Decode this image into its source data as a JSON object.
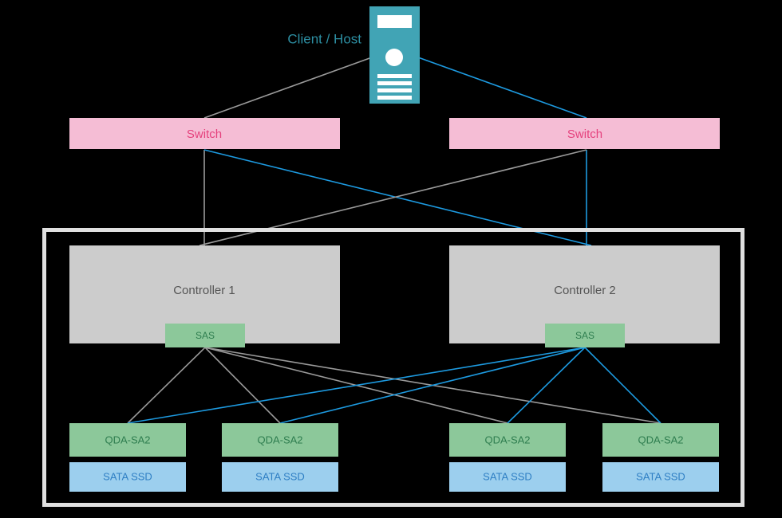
{
  "diagram": {
    "title_label": "Client / Host",
    "colors": {
      "background": "#000000",
      "client_teal": "#41a4b5",
      "switch_fill": "#f5bdd5",
      "switch_text": "#e5417d",
      "controller_fill": "#cccccc",
      "controller_text": "#555555",
      "sas_fill": "#8cc89a",
      "sas_text": "#2e7d4f",
      "qda_fill": "#8cc89a",
      "qda_text": "#2e7d4f",
      "ssd_fill": "#9ccfee",
      "ssd_text": "#2f7fc4",
      "enclosure_border": "#e0e0e0",
      "link_gray": "#9a9a9a",
      "link_blue": "#1d9ae0"
    },
    "client": {
      "label": "Client / Host",
      "icon": "server-tower-icon"
    },
    "switches": [
      {
        "id": "switch-1",
        "label": "Switch"
      },
      {
        "id": "switch-2",
        "label": "Switch"
      }
    ],
    "controllers": [
      {
        "id": "controller-1",
        "label": "Controller 1",
        "port_label": "SAS"
      },
      {
        "id": "controller-2",
        "label": "Controller 2",
        "port_label": "SAS"
      }
    ],
    "drive_bays": [
      {
        "id": "bay-1",
        "adapter_label": "QDA-SA2",
        "drive_label": "SATA SSD"
      },
      {
        "id": "bay-2",
        "adapter_label": "QDA-SA2",
        "drive_label": "SATA SSD"
      },
      {
        "id": "bay-3",
        "adapter_label": "QDA-SA2",
        "drive_label": "SATA SSD"
      },
      {
        "id": "bay-4",
        "adapter_label": "QDA-SA2",
        "drive_label": "SATA SSD"
      }
    ]
  }
}
